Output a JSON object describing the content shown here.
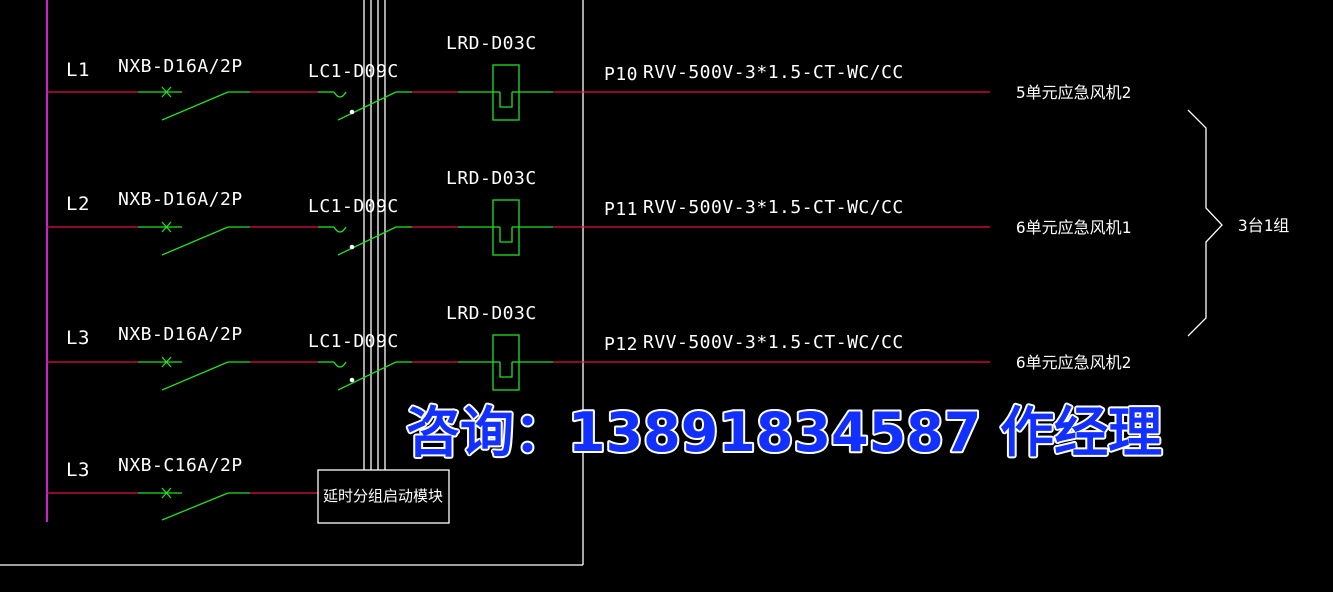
{
  "circuits": [
    {
      "phase": "L1",
      "breaker": "NXB-D16A/2P",
      "contactor": "LC1-D09C",
      "relay": "LRD-D03C",
      "circuit_no": "P10",
      "cable": "RVV-500V-3*1.5-CT-WC/CC",
      "load": "5单元应急风机2"
    },
    {
      "phase": "L2",
      "breaker": "NXB-D16A/2P",
      "contactor": "LC1-D09C",
      "relay": "LRD-D03C",
      "circuit_no": "P11",
      "cable": "RVV-500V-3*1.5-CT-WC/CC",
      "load": "6单元应急风机1"
    },
    {
      "phase": "L3",
      "breaker": "NXB-D16A/2P",
      "contactor": "LC1-D09C",
      "relay": "LRD-D03C",
      "circuit_no": "P12",
      "cable": "RVV-500V-3*1.5-CT-WC/CC",
      "load": "6单元应急风机2"
    },
    {
      "phase": "L3",
      "breaker": "NXB-C16A/2P"
    }
  ],
  "module_label": "延时分组启动模块",
  "group_label": "3台1组",
  "contact_overlay": "咨询：13891834587 作经理",
  "colors": {
    "background": "#000000",
    "bus": "#d21fd2",
    "feeder": "#e0104a",
    "device": "#22e022",
    "frame": "#ffffff",
    "overlay": "#1230ff"
  }
}
